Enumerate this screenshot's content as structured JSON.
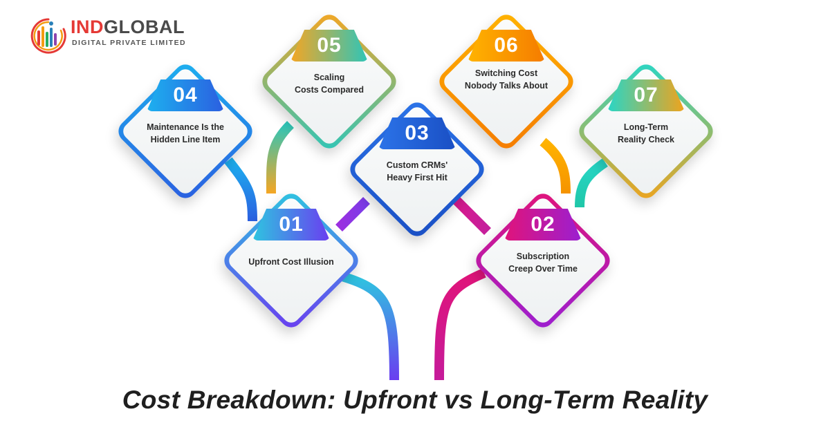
{
  "logo": {
    "name_part1": "IND",
    "name_part2": "GLOBAL",
    "tagline": "DIGITAL PRIVATE LIMITED"
  },
  "title": "Cost Breakdown: Upfront vs Long-Term Reality",
  "steps": [
    {
      "number": "01",
      "line1": "Upfront Cost Illusion",
      "line2": "",
      "from": "#2ec5e0",
      "to": "#6a3df0"
    },
    {
      "number": "02",
      "line1": "Subscription",
      "line2": "Creep Over Time",
      "from": "#e0147a",
      "to": "#9b1fd1"
    },
    {
      "number": "03",
      "line1": "Custom CRMs'",
      "line2": "Heavy First Hit",
      "from": "#2b73e8",
      "to": "#1a4fc4"
    },
    {
      "number": "04",
      "line1": "Maintenance Is the",
      "line2": "Hidden Line Item",
      "from": "#1db0ef",
      "to": "#2b5fe0"
    },
    {
      "number": "05",
      "line1": "Scaling",
      "line2": "Costs Compared",
      "from": "#f5a623",
      "to": "#2ec5b8"
    },
    {
      "number": "06",
      "line1": "Switching Cost",
      "line2": "Nobody Talks About",
      "from": "#ffb300",
      "to": "#f57c00"
    },
    {
      "number": "07",
      "line1": "Long-Term",
      "line2": "Reality Check",
      "from": "#28d6c6",
      "to": "#f0a31c"
    }
  ]
}
